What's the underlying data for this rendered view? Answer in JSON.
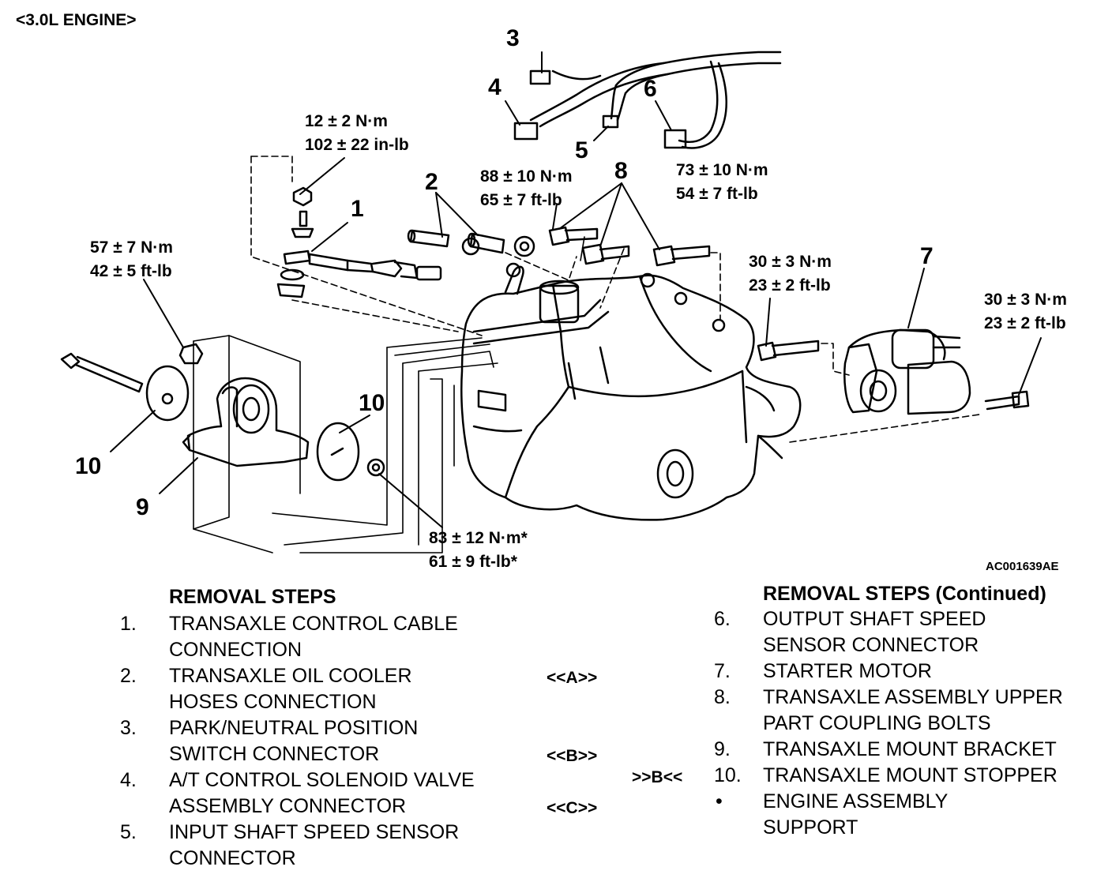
{
  "title": "<3.0L ENGINE>",
  "figure_ref": "AC001639AE",
  "callouts": {
    "c1": "1",
    "c2": "2",
    "c3": "3",
    "c4": "4",
    "c5": "5",
    "c6": "6",
    "c7": "7",
    "c8": "8",
    "c9": "9",
    "c10a": "10",
    "c10b": "10"
  },
  "torques": {
    "t1": [
      "12 ± 2 N·m",
      "102 ± 22 in-lb"
    ],
    "t2": [
      "57 ± 7 N·m",
      "42 ± 5 ft-lb"
    ],
    "t3": [
      "88 ± 10 N·m",
      "65 ± 7 ft-lb"
    ],
    "t4": [
      "73 ± 10 N·m",
      "54 ± 7 ft-lb"
    ],
    "t5": [
      "30 ± 3 N·m",
      "23 ± 2 ft-lb"
    ],
    "t6": [
      "30 ± 3 N·m",
      "23 ± 2 ft-lb"
    ],
    "t7": [
      "83 ± 12 N·m*",
      "61 ± 9 ft-lb*"
    ]
  },
  "removal_steps": {
    "heading": "REMOVAL STEPS",
    "items": [
      {
        "num": "1.",
        "lines": [
          "TRANSAXLE CONTROL CABLE",
          "CONNECTION"
        ],
        "tag": ""
      },
      {
        "num": "2.",
        "lines": [
          "TRANSAXLE OIL COOLER",
          "HOSES CONNECTION"
        ],
        "tag": "<<A>>"
      },
      {
        "num": "3.",
        "lines": [
          "PARK/NEUTRAL POSITION",
          "SWITCH CONNECTOR"
        ],
        "tag": "<<B>>"
      },
      {
        "num": "4.",
        "lines": [
          "A/T CONTROL SOLENOID VALVE",
          "ASSEMBLY CONNECTOR"
        ],
        "tag": "<<C>>"
      },
      {
        "num": "5.",
        "lines": [
          "INPUT SHAFT SPEED SENSOR",
          "CONNECTOR"
        ],
        "tag": ""
      }
    ]
  },
  "removal_steps_continued": {
    "heading": "REMOVAL STEPS (Continued)",
    "items": [
      {
        "num": "6.",
        "lines": [
          "OUTPUT SHAFT SPEED",
          "SENSOR CONNECTOR"
        ],
        "tag": ""
      },
      {
        "num": "7.",
        "lines": [
          "STARTER MOTOR"
        ],
        "tag": ""
      },
      {
        "num": "8.",
        "lines": [
          "TRANSAXLE ASSEMBLY UPPER",
          "PART COUPLING BOLTS"
        ],
        "tag": ""
      },
      {
        "num": "9.",
        "lines": [
          "TRANSAXLE MOUNT BRACKET"
        ],
        "tag": ""
      },
      {
        "num": "10.",
        "lines": [
          "TRANSAXLE MOUNT STOPPER"
        ],
        "tag": ">>B<<"
      },
      {
        "num": "•",
        "lines": [
          "ENGINE ASSEMBLY",
          "SUPPORT"
        ],
        "tag": ""
      }
    ]
  }
}
